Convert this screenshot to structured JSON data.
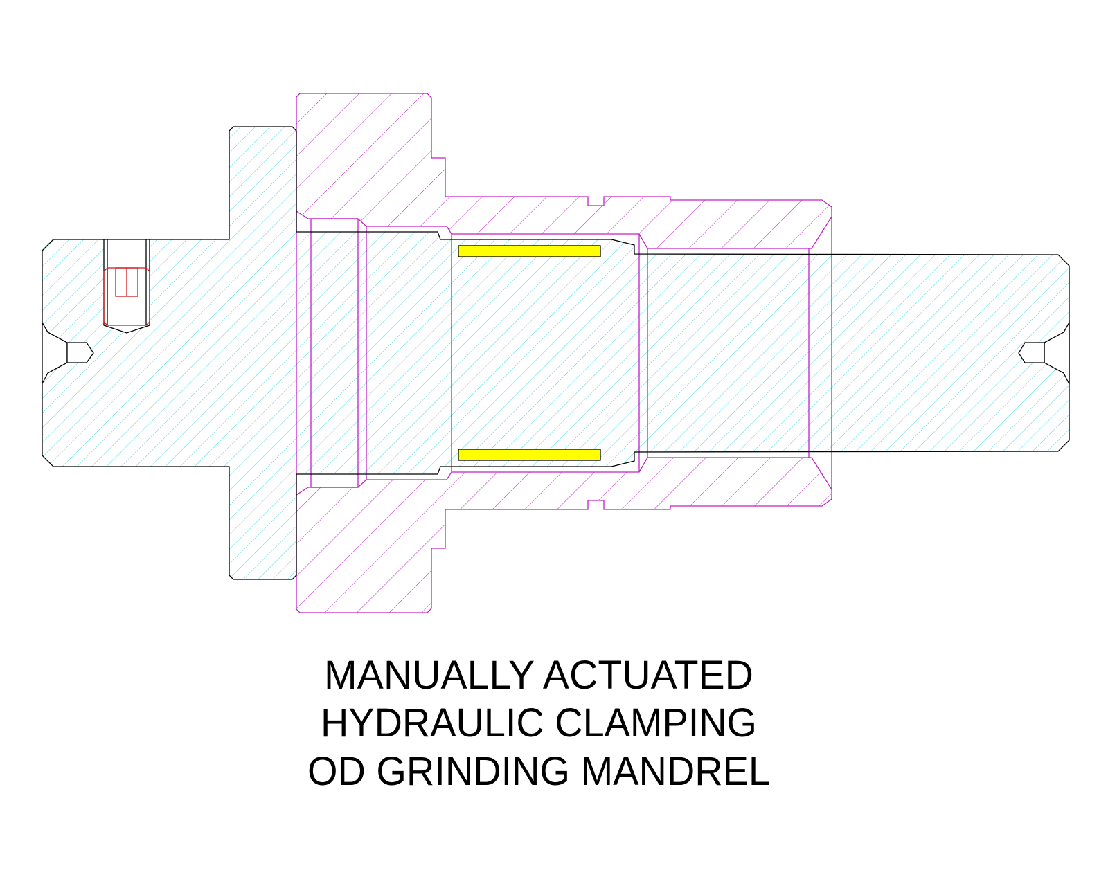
{
  "drawing": {
    "title_lines": [
      "MANUALLY ACTUATED",
      "HYDRAULIC CLAMPING",
      "OD GRINDING MANDREL"
    ]
  },
  "colors": {
    "mandrel_hatch": "#4fd6de",
    "sleeve_outline": "#c020c8",
    "screw_outline": "#d01818",
    "seal": "#ffff00",
    "outline": "#000000"
  }
}
